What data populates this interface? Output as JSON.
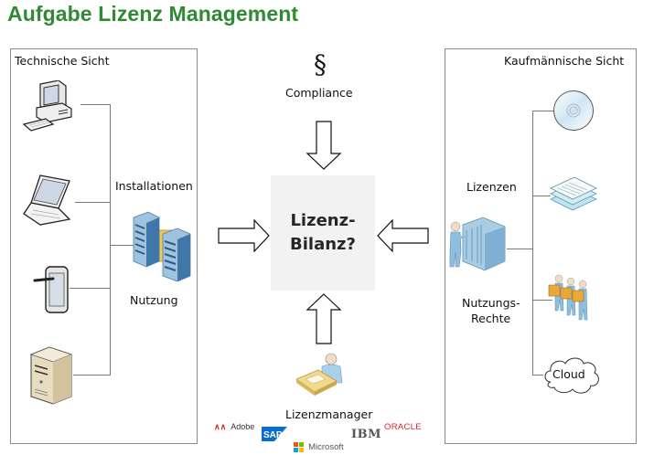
{
  "title": "Aufgabe Lizenz Management",
  "left_panel": {
    "heading": "Technische Sicht",
    "devices": [
      {
        "icon": "desktop-pc-icon"
      },
      {
        "icon": "laptop-icon"
      },
      {
        "icon": "tablet-icon"
      },
      {
        "icon": "server-tower-icon"
      }
    ],
    "hub_icon": "server-datacenter-icon",
    "label_top": "Installationen",
    "label_bottom": "Nutzung"
  },
  "right_panel": {
    "heading": "Kaufmännische Sicht",
    "hub_icon": "person-with-server-rack-icon",
    "label_top": "Lizenzen",
    "label_bottom_line1": "Nutzungs-",
    "label_bottom_line2": "Rechte",
    "items": [
      {
        "icon": "cd-disc-icon"
      },
      {
        "icon": "document-stack-icon"
      },
      {
        "icon": "people-carrying-boxes-icon"
      },
      {
        "icon": "cloud-icon",
        "label": "Cloud"
      }
    ]
  },
  "center": {
    "box_line1": "Lizenz-",
    "box_line2": "Bilanz?",
    "top_symbol": "§",
    "top_label": "Compliance",
    "bottom_label": "Lizenzmanager",
    "bottom_icon": "person-at-desk-icon"
  },
  "vendors": [
    {
      "name": "Adobe",
      "color": "#d4202a"
    },
    {
      "name": "SAP",
      "color": "#0a6ed1"
    },
    {
      "name": "Microsoft",
      "color": "#555555"
    },
    {
      "name": "IBM",
      "color": "#555555"
    },
    {
      "name": "ORACLE",
      "color": "#e0262c"
    }
  ],
  "colors": {
    "title": "#2e8b34",
    "panel_border": "#8c8c8c",
    "center_fill": "#f2f2f2"
  }
}
